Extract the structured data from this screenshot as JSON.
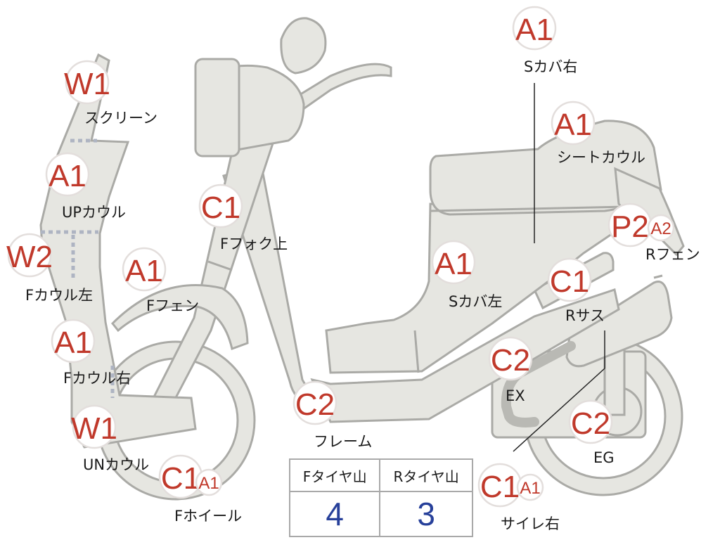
{
  "badges": {
    "w1_screen": "W1",
    "a1_upcowl": "A1",
    "w2_fcowl_left": "W2",
    "a1_fcowl_right": "A1",
    "w1_uncowl": "W1",
    "c1_ffork": "C1",
    "a1_ffender": "A1",
    "c1_fwheel": "C1",
    "a1_fwheel_small": "A1",
    "c2_frame": "C2",
    "a1_scover_left": "A1",
    "a1_scover_right": "A1",
    "a1_seatcowl": "A1",
    "p2_rfender": "P2",
    "a2_rfender_small": "A2",
    "c1_rsus": "C1",
    "c2_ex": "C2",
    "c2_eg": "C2",
    "c1_muffler_right": "C1",
    "a1_muffler_right_small": "A1"
  },
  "labels": {
    "screen": "スクリーン",
    "upcowl": "UPカウル",
    "fcowl_left": "Fカウル左",
    "fcowl_right": "Fカウル右",
    "uncowl": "UNカウル",
    "ffork_upper": "Fフォク上",
    "ffender": "Fフェン",
    "fwheel": "Fホイール",
    "frame": "フレーム",
    "scover_left": "Sカバ左",
    "scover_right": "Sカバ右",
    "seatcowl": "シートカウル",
    "rfender": "Rフェン",
    "rsus": "Rサス",
    "ex": "EX",
    "eg": "EG",
    "muffler_right": "サイレ右"
  },
  "tire_table": {
    "headers": [
      "Fタイヤ山",
      "Rタイヤ山"
    ],
    "values": [
      "4",
      "3"
    ]
  },
  "colors": {
    "part_fill": "#e6e6e1",
    "part_outline": "#aaaaa6",
    "badge_text": "#c0392b",
    "table_value": "#27409a"
  }
}
